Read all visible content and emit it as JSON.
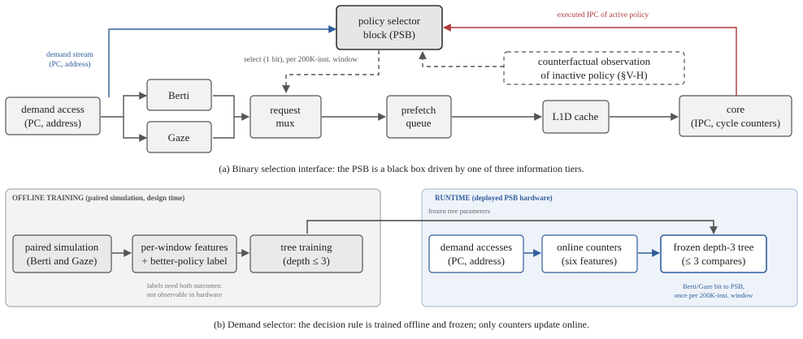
{
  "top": {
    "psb": [
      "policy selector",
      "block (PSB)"
    ],
    "demand_access": [
      "demand access",
      "(PC, address)"
    ],
    "berti": "Berti",
    "gaze": "Gaze",
    "request_mux": [
      "request",
      "mux"
    ],
    "prefetch_queue": [
      "prefetch",
      "queue"
    ],
    "l1d_cache": "L1D cache",
    "core": [
      "core",
      "(IPC, cycle counters)"
    ],
    "counterfactual": [
      "counterfactual observation",
      "of inactive policy (§V-H)"
    ],
    "demand_stream_label": [
      "demand stream",
      "(PC, address)"
    ],
    "select_label": "select (1 bit), per 200K-inst. window",
    "executed_ipc_label": "executed IPC of active policy",
    "caption": "(a) Binary selection interface: the PSB is a black box driven by one of three information tiers."
  },
  "bottom": {
    "offline_title": "OFFLINE TRAINING (paired simulation, design time)",
    "runtime_title": "RUNTIME (deployed PSB hardware)",
    "frozen_params": "frozen tree parameters",
    "paired_sim": [
      "paired simulation",
      "(Berti and Gaze)"
    ],
    "per_window": [
      "per-window features",
      "+ better-policy label"
    ],
    "tree_training": [
      "tree training",
      "(depth ≤ 3)"
    ],
    "labels_note": [
      "labels need both outcomes:",
      "not observable in hardware"
    ],
    "demand_accesses": [
      "demand accesses",
      "(PC, address)"
    ],
    "online_counters": [
      "online counters",
      "(six features)"
    ],
    "frozen_tree": [
      "frozen depth-3 tree",
      "(≤ 3 compares)"
    ],
    "runtime_note": [
      "Berti/Gaze bit to PSB,",
      "once per 200K-inst. window"
    ],
    "caption": "(b) Demand selector: the decision rule is trained offline and frozen; only counters update online."
  },
  "colors": {
    "blue": "#2f5d9b",
    "red": "#b03a3a",
    "gray_arrow": "#555555",
    "box_fill": "#f2f2f2",
    "psb_fill": "#e6e6e6",
    "offline_bg": "#f3f3f3",
    "runtime_bg": "#eef3fa"
  }
}
